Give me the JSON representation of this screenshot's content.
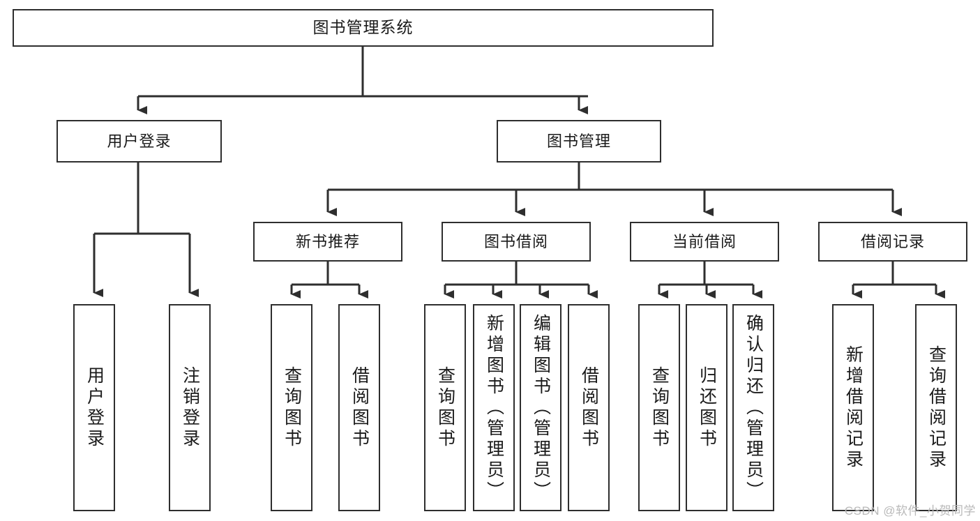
{
  "diagram": {
    "type": "tree-hierarchy-chart",
    "title": "图书管理系统",
    "line_color": "#2e2e2e",
    "box_fill": "#ffffff",
    "text_color": "#1a1a1a",
    "levels": 4
  },
  "nodes": {
    "root": {
      "label": "图书管理系统"
    },
    "level2": [
      {
        "id": "user-login",
        "label": "用户登录"
      },
      {
        "id": "book-management",
        "label": "图书管理"
      }
    ],
    "level3": [
      {
        "id": "new-book-recommend",
        "label": "新书推荐"
      },
      {
        "id": "book-borrow",
        "label": "图书借阅"
      },
      {
        "id": "current-borrow",
        "label": "当前借阅"
      },
      {
        "id": "borrow-record",
        "label": "借阅记录"
      }
    ],
    "leaves": [
      {
        "id": "leaf-user-login",
        "label": "用户登录",
        "parent": "user-login"
      },
      {
        "id": "leaf-logout",
        "label": "注销登录",
        "parent": "user-login"
      },
      {
        "id": "leaf-query-book-1",
        "label": "查询图书",
        "parent": "new-book-recommend"
      },
      {
        "id": "leaf-borrow-book-1",
        "label": "借阅图书",
        "parent": "new-book-recommend"
      },
      {
        "id": "leaf-query-book-2",
        "label": "查询图书",
        "parent": "book-borrow"
      },
      {
        "id": "leaf-add-book",
        "label": "新增图书（管理员）",
        "parent": "book-borrow"
      },
      {
        "id": "leaf-edit-book",
        "label": "编辑图书（管理员）",
        "parent": "book-borrow"
      },
      {
        "id": "leaf-borrow-book-2",
        "label": "借阅图书",
        "parent": "book-borrow"
      },
      {
        "id": "leaf-query-book-3",
        "label": "查询图书",
        "parent": "current-borrow"
      },
      {
        "id": "leaf-return-book",
        "label": "归还图书",
        "parent": "current-borrow"
      },
      {
        "id": "leaf-confirm-return",
        "label": "确认归还（管理员）",
        "parent": "current-borrow"
      },
      {
        "id": "leaf-add-record",
        "label": "新增借阅记录",
        "parent": "borrow-record"
      },
      {
        "id": "leaf-query-record",
        "label": "查询借阅记录",
        "parent": "borrow-record"
      }
    ]
  },
  "watermark": {
    "text": "CSDN @软件_小贺同学"
  }
}
